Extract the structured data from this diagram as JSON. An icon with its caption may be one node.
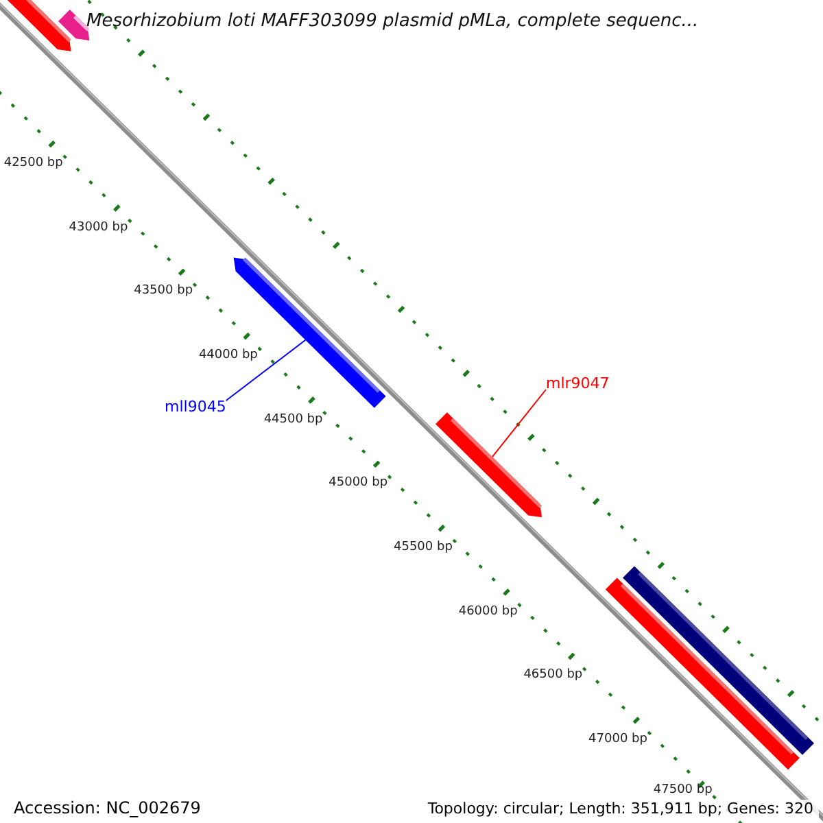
{
  "diagram": {
    "title": "Mesorhizobium loti MAFF303099 plasmid pMLa, complete sequenc...",
    "nodes": [
      {
        "text": [],
        "shape": "bar"
      },
      {
        "text": [],
        "shape": "bar"
      },
      {
        "text": [],
        "shape": "bar"
      },
      {
        "text": [
          "mll9045"
        ]
      },
      {
        "text": [
          "mlr9047"
        ]
      },
      {
        "text": [],
        "shape": "bar"
      },
      {
        "text": [],
        "shape": "bar"
      },
      {
        "text": [],
        "shape": "bar"
      }
    ],
    "edges": [
      {
        "from": 3,
        "to": 2,
        "arrow": "none",
        "color": "#0000ff"
      },
      {
        "from": 4,
        "to": 5,
        "arrow": "none",
        "color": "#ff0000"
      }
    ],
    "labels": [
      "42500 bp",
      "43000 bp",
      "43500 bp",
      "44000 bp",
      "44500 bp",
      "45000 bp",
      "45500 bp",
      "46000 bp",
      "46500 bp",
      "47000 bp",
      "47500 bp",
      "Accession: NC_002679",
      "Topology: circular; Length: 351,911 bp; Genes: 320"
    ]
  }
}
